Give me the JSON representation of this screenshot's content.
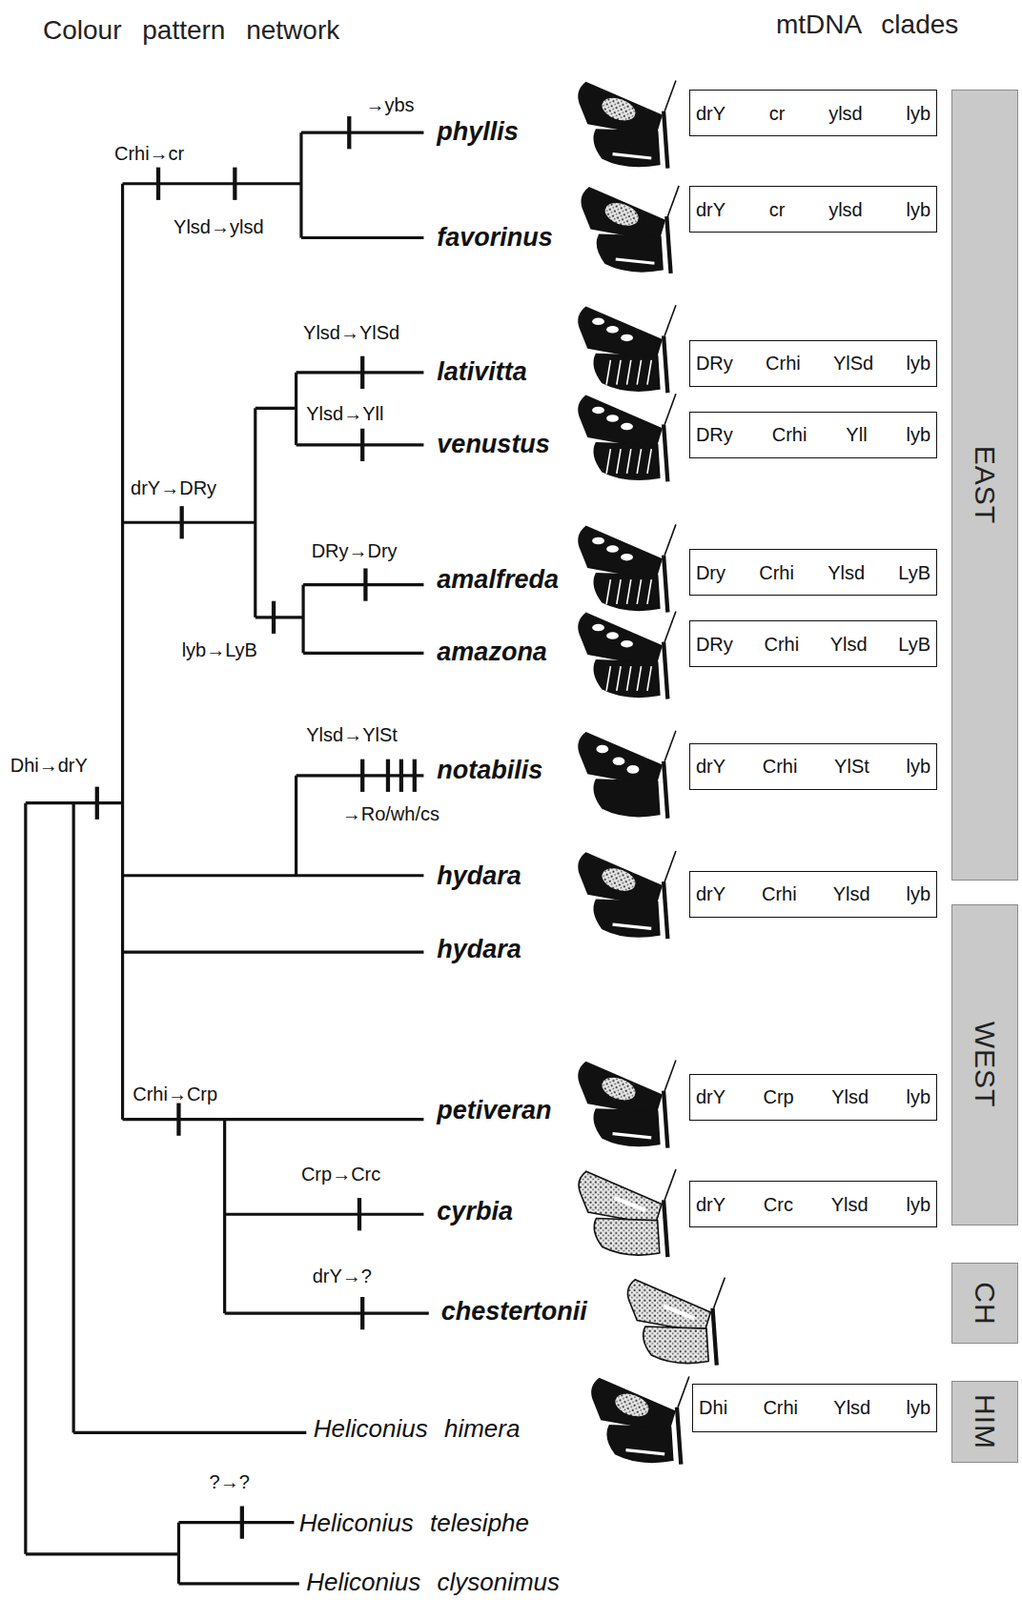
{
  "diagram": {
    "nodes": [
      {
        "text": [
          "drY",
          "cr",
          "ylsd",
          "lyb"
        ]
      },
      {
        "text": [
          "drY",
          "cr",
          "ylsd",
          "lyb"
        ]
      },
      {
        "text": [
          "DRy",
          "Crhi",
          "YlSd",
          "lyb"
        ]
      },
      {
        "text": [
          "DRy",
          "Crhi",
          "Yll",
          "lyb"
        ]
      },
      {
        "text": [
          "Dry",
          "Crhi",
          "Ylsd",
          "LyB"
        ]
      },
      {
        "text": [
          "DRy",
          "Crhi",
          "Ylsd",
          "LyB"
        ]
      },
      {
        "text": [
          "drY",
          "Crhi",
          "YlSt",
          "lyb"
        ]
      },
      {
        "text": [
          "drY",
          "Crhi",
          "Ylsd",
          "lyb"
        ]
      },
      {
        "text": [
          "drY",
          "Crp",
          "Ylsd",
          "lyb"
        ]
      },
      {
        "text": [
          "drY",
          "Crc",
          "Ylsd",
          "lyb"
        ]
      },
      {
        "text": [
          "Dhi",
          "Crhi",
          "Ylsd",
          "lyb"
        ]
      },
      {
        "text": [
          "EAST"
        ]
      },
      {
        "text": [
          "WEST"
        ]
      },
      {
        "text": [
          "CH"
        ]
      },
      {
        "text": [
          "HIM"
        ]
      }
    ],
    "labels": [
      "Colour pattern network",
      "mtDNA clades",
      "→ybs",
      "phyllis",
      "Crhi→cr",
      "Ylsd→ylsd",
      "favorinus",
      "Ylsd→YlSd",
      "lativitta",
      "Ylsd→Yll",
      "venustus",
      "drY→DRy",
      "DRy→Dry",
      "amalfreda",
      "lyb→LyB",
      "amazona",
      "Ylsd→YlSt",
      "Dhi→drY",
      "notabilis",
      "→Ro/wh/cs",
      "hydara",
      "hydara",
      "Crhi→Crp",
      "petiveran",
      "Crp→Crc",
      "cyrbia",
      "drY→?",
      "chestertonii",
      "Heliconius himera",
      "?→?",
      "Heliconius telesiphe",
      "Heliconius clysonimus"
    ]
  }
}
